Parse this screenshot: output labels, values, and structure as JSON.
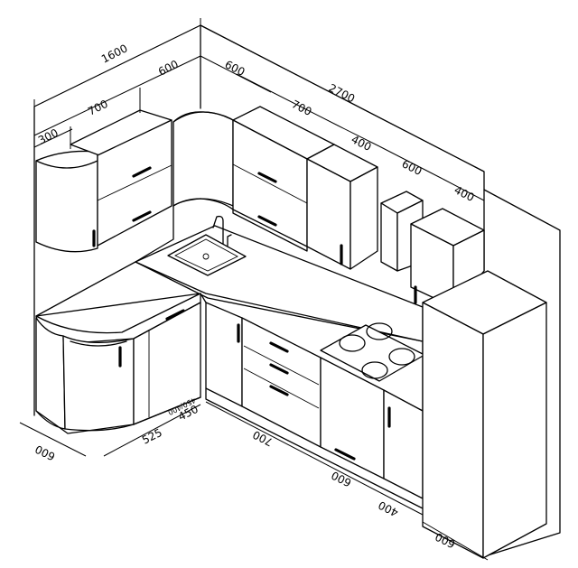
{
  "dimensions": {
    "overall_left": "1600",
    "upper_corner_left": "300",
    "upper_cabinet_left": "700",
    "upper_corner_right_top": "600",
    "upper_wall_600": "600",
    "overall_right": "2700",
    "upper_cabinet_right": "700",
    "upper_tall": "400",
    "hood_upper": "600",
    "upper_small": "400",
    "base_depth": "600",
    "base_corner": "525",
    "base_corner_side": "450",
    "base_corner_side_label": "450/400",
    "base_drawers": "700",
    "base_oven": "600",
    "base_small": "400",
    "base_end": "600"
  }
}
